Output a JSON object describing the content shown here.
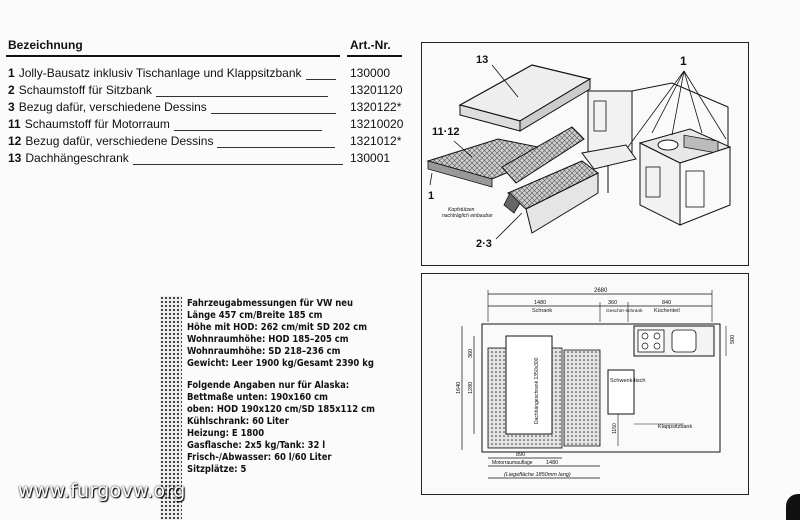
{
  "table": {
    "col_name": "Bezeichnung",
    "col_art": "Art.-Nr.",
    "rows": [
      {
        "num": "1",
        "text": "Jolly-Bausatz inklusiv Tischanlage und Klappsitzbank",
        "art": "130000"
      },
      {
        "num": "2",
        "text": "Schaumstoff für Sitzbank",
        "art": "13201120"
      },
      {
        "num": "3",
        "text": "Bezug dafür, verschiedene Dessins",
        "art": "1320122*"
      },
      {
        "num": "11",
        "text": "Schaumstoff für Motorraum",
        "art": "13210020"
      },
      {
        "num": "12",
        "text": "Bezug dafür, verschiedene Dessins",
        "art": "1321012*"
      },
      {
        "num": "13",
        "text": "Dachhängeschrank",
        "art": "130001"
      }
    ]
  },
  "figure1": {
    "label_13": "13",
    "label_1_top": "1",
    "label_11_12": "11·12",
    "label_1_left": "1",
    "label_2_3": "2·3",
    "note_line1": "Kopfstützen",
    "note_line2": "nachträglich einbaubar"
  },
  "figure2": {
    "dim_total": "2680",
    "dim_schrank": "1480",
    "label_schrank": "Schrank",
    "dim_geschirr": "360",
    "label_geschirr": "Geschirr-schrank",
    "dim_kuechen": "840",
    "label_kuechen": "Küchenteil",
    "dim_500": "500",
    "dim_360": "360",
    "dim_1280": "1280",
    "dim_1640": "1640",
    "dim_1150": "1150",
    "label_dach": "Dachhängeschrank 1350x300",
    "label_schwenk": "Schwenk-tisch",
    "label_klapp": "Klappsitzbank",
    "dim_890": "890",
    "label_motor": "Motorraumauflage",
    "dim_1480b": "1480",
    "label_liege": "(Liegefläche 1850mm lang)"
  },
  "specs": {
    "lines_a": [
      "Fahrzeugabmessungen für VW neu",
      "Länge 457 cm/Breite 185 cm",
      "Höhe mit HOD: 262 cm/mit SD 202 cm",
      "Wohnraumhöhe: HOD 185–205 cm",
      "Wohnraumhöhe: SD 218–236 cm",
      "Gewicht: Leer 1900 kg/Gesamt 2390 kg"
    ],
    "lines_b": [
      "Folgende Angaben nur für Alaska:",
      "Bettmaße unten: 190x160 cm",
      "oben: HOD 190x120 cm/SD 185x112 cm",
      "Kühlschrank: 60 Liter",
      "Heizung: E 1800",
      "Gasflasche: 2x5 kg/Tank: 32 l",
      "Frisch-/Abwasser: 60 l/60 Liter",
      "Sitzplätze: 5"
    ]
  },
  "watermark": "www.furgovw.org"
}
